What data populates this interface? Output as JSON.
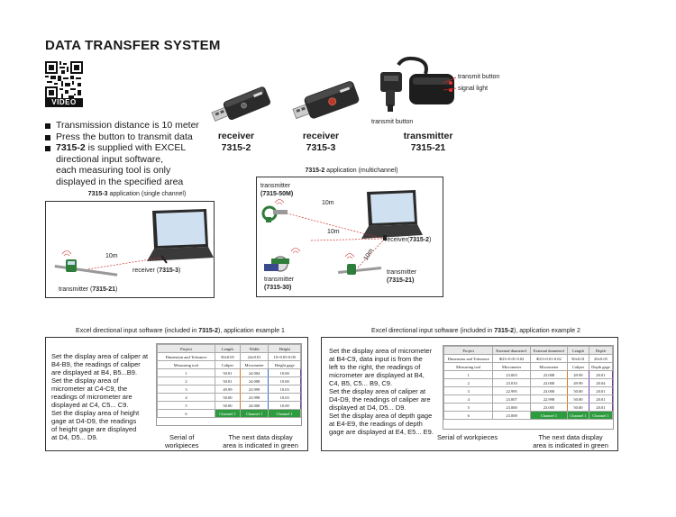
{
  "title": "DATA TRANSFER SYSTEM",
  "video_tag": "VIDEO",
  "bullets": [
    {
      "text": "Transmission distance is 10 meter"
    },
    {
      "text": "Press the button to transmit data"
    },
    {
      "bold": "7315-2",
      "text": " is supplied with EXCEL"
    },
    {
      "text": "directional input software,"
    },
    {
      "text": "each measuring tool is only"
    },
    {
      "text": "displayed in the specified area"
    }
  ],
  "devices": [
    {
      "line1": "receiver",
      "line2": "7315-2"
    },
    {
      "line1": "receiver",
      "line2": "7315-3"
    },
    {
      "line1": "transmitter",
      "line2": "7315-21"
    }
  ],
  "callouts": {
    "transmit_button_right": "transmit button",
    "signal_light": "signal light",
    "transmit_button_bottom": "transmit button"
  },
  "single_channel": {
    "title_bold": "7315-3",
    "title_rest": " application (single channel)",
    "distance": "10m",
    "receiver_prefix": "receiver (",
    "receiver_bold": "7315-3",
    "receiver_suffix": ")",
    "transmitter_prefix": "transmitter (",
    "transmitter_bold": "7315-21",
    "transmitter_suffix": ")"
  },
  "multi_channel": {
    "title_bold": "7315-2",
    "title_rest": " application (multichannel)",
    "tx1_line1": "transmitter",
    "tx1_line2": "(7315-50M)",
    "tx2_line1": "transmitter",
    "tx2_line2": "(7315-30)",
    "tx3_line1": "transmitter",
    "tx3_line2": "(7315-21)",
    "receiver_prefix": "receiver(",
    "receiver_bold": "7315-2",
    "receiver_suffix": ")",
    "d1": "10m",
    "d2": "10m",
    "d3": "10m"
  },
  "example1": {
    "title_pre": "Excel directional input software (included in ",
    "title_bold": "7315-2",
    "title_post": "), application example 1",
    "notes": [
      "Set the display area of caliper at",
      "B4-B9, the readings of caliper",
      "are displayed at B4, B5...B9.",
      "Set the display area of",
      "micrometer at C4-C9, the",
      "readings of micrometer are",
      "displayed at C4, C5... C9.",
      "Set the display area of height",
      "gage at D4-D9, the readings",
      "of height gage are displayed",
      "at D4, D5... D9."
    ],
    "caption_left_1": "Serial of",
    "caption_left_2": "workpieces",
    "caption_right_1": "The next data display",
    "caption_right_2": "area is indicated in green",
    "headers": [
      "Project",
      "Length",
      "Width",
      "Height"
    ],
    "row2": [
      "Dimension and Tolerance",
      "50±0.05",
      "24±0.01",
      "10+0.05-0.00"
    ],
    "row3": [
      "Measuring tool",
      "Caliper",
      "Micrometer",
      "Height gage"
    ],
    "rows": [
      [
        "1",
        "50.01",
        "24.004",
        "10.00"
      ],
      [
        "2",
        "50.01",
        "24.008",
        "10.00"
      ],
      [
        "3",
        "49.99",
        "23.999",
        "10.03"
      ],
      [
        "4",
        "50.00",
        "23.998",
        "10.03"
      ],
      [
        "5",
        "50.00",
        "24.000",
        "10.00"
      ],
      [
        "6",
        "Channel 1",
        "Channel 1",
        "Channel 1"
      ]
    ]
  },
  "example2": {
    "title_pre": "Excel directional input software (included in ",
    "title_bold": "7315-2",
    "title_post": "), application example 2",
    "notes": [
      "Set the display area of micrometer",
      "at B4-C9, data input is from the",
      "left to the right, the readings of",
      "micrometer are displayed at B4,",
      "C4, B5, C5... B9, C9.",
      "Set the display area of caliper at",
      "D4-D9, the readings of caliper are",
      "displayed at D4, D5... D9.",
      "Set the display area of depth gage",
      "at E4-E9, the readings of depth",
      "gage are displayed at E4, E5... E9."
    ],
    "caption_left": "Serial of workpieces",
    "caption_right_1": "The next data display",
    "caption_right_2": "area is indicated in green",
    "headers": [
      "Project",
      "External diameter1",
      "External diameter2",
      "Length",
      "Depth"
    ],
    "row2": [
      "Dimension and Tolerance",
      "Φ23+0.01-0.02",
      "Φ23+0.01-0.02",
      "50±0.01",
      "20±0.05"
    ],
    "row3": [
      "Measuring tool",
      "Micrometer",
      "Micrometer",
      "Caliper",
      "Depth gage"
    ],
    "rows": [
      [
        "1",
        "23.003",
        "23.008",
        "49.99",
        "20.01"
      ],
      [
        "2",
        "23.010",
        "23.000",
        "49.99",
        "20.04"
      ],
      [
        "3",
        "22.995",
        "23.000",
        "50.00",
        "20.01"
      ],
      [
        "4",
        "23.007",
        "22.998",
        "50.00",
        "20.01"
      ],
      [
        "5",
        "23.000",
        "23.005",
        "50.00",
        "20.01"
      ],
      [
        "6",
        "23.008",
        "Channel 1",
        "Channel 1",
        "Channel 1"
      ]
    ]
  }
}
